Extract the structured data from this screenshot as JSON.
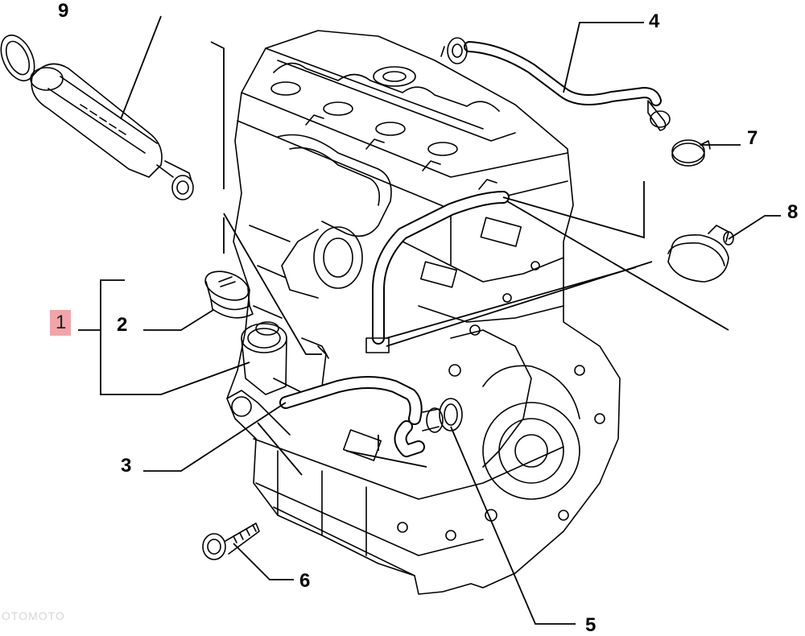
{
  "callouts": [
    {
      "id": "1",
      "label": "1",
      "highlighted": true
    },
    {
      "id": "2",
      "label": "2",
      "highlighted": false
    },
    {
      "id": "3",
      "label": "3",
      "highlighted": false
    },
    {
      "id": "4",
      "label": "4",
      "highlighted": false
    },
    {
      "id": "5",
      "label": "5",
      "highlighted": false
    },
    {
      "id": "6",
      "label": "6",
      "highlighted": false
    },
    {
      "id": "7",
      "label": "7",
      "highlighted": false
    },
    {
      "id": "8",
      "label": "8",
      "highlighted": false
    },
    {
      "id": "9",
      "label": "9",
      "highlighted": false
    }
  ],
  "highlight_color": "#f4a4a8",
  "line_color": "#000000",
  "watermark": "OTOMOTO"
}
